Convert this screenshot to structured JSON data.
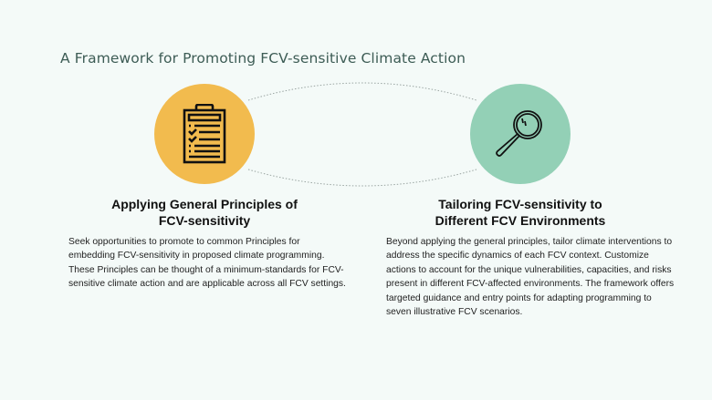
{
  "title": "A Framework for Promoting FCV-sensitive Climate Action",
  "colors": {
    "background": "#f4faf8",
    "title": "#3d5c55",
    "left_circle": "#f2bb4e",
    "right_circle": "#93d0b6",
    "connector": "#9aa5a2",
    "icon_stroke": "#111111"
  },
  "nodes": [
    {
      "icon": "clipboard-checklist-icon",
      "heading_line1": "Applying General Principles of",
      "heading_line2": "FCV-sensitivity",
      "body": "Seek opportunities to promote to common Principles for embedding FCV-sensitivity in proposed climate programming. These Principles can be thought of a minimum-standards for FCV-sensitive climate action and are applicable across all FCV settings."
    },
    {
      "icon": "magnifying-glass-icon",
      "heading_line1": "Tailoring FCV-sensitivity to",
      "heading_line2": "Different FCV Environments",
      "body": "Beyond applying the general principles, tailor climate interventions to address the specific dynamics of each FCV context. Customize actions to account for the unique vulnerabilities, capacities, and risks present in different FCV-affected environments. The framework offers targeted guidance and entry points for adapting programming to seven illustrative FCV scenarios."
    }
  ]
}
